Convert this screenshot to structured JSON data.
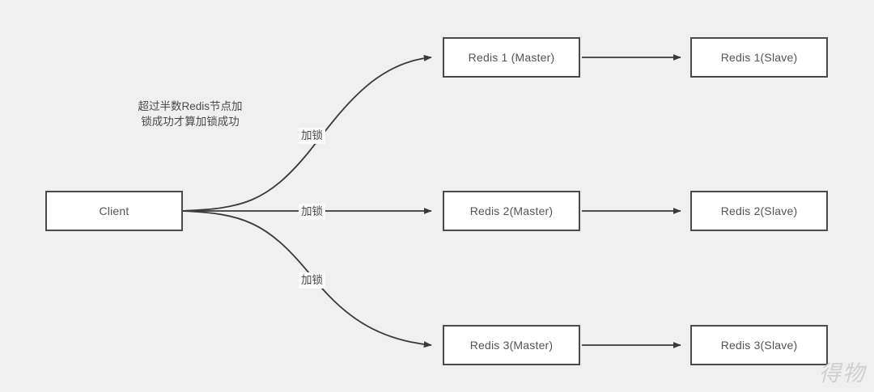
{
  "diagram": {
    "background_color": "#f0f0f0",
    "node_fill": "#ffffff",
    "node_stroke": "#4a4a4a",
    "text_color": "#545454",
    "nodes": [
      {
        "id": "client",
        "label": "Client"
      },
      {
        "id": "redis1m",
        "label": "Redis 1 (Master)"
      },
      {
        "id": "redis1s",
        "label": "Redis 1(Slave)"
      },
      {
        "id": "redis2m",
        "label": "Redis 2(Master)"
      },
      {
        "id": "redis2s",
        "label": "Redis 2(Slave)"
      },
      {
        "id": "redis3m",
        "label": "Redis 3(Master)"
      },
      {
        "id": "redis3s",
        "label": "Redis 3(Slave)"
      }
    ],
    "edge_labels": [
      {
        "id": "lock1",
        "label": "加锁"
      },
      {
        "id": "lock2",
        "label": "加锁"
      },
      {
        "id": "lock3",
        "label": "加锁"
      }
    ],
    "note": {
      "line1": "超过半数Redis节点加",
      "line2": "锁成功才算加锁成功"
    },
    "watermark": "得物"
  }
}
